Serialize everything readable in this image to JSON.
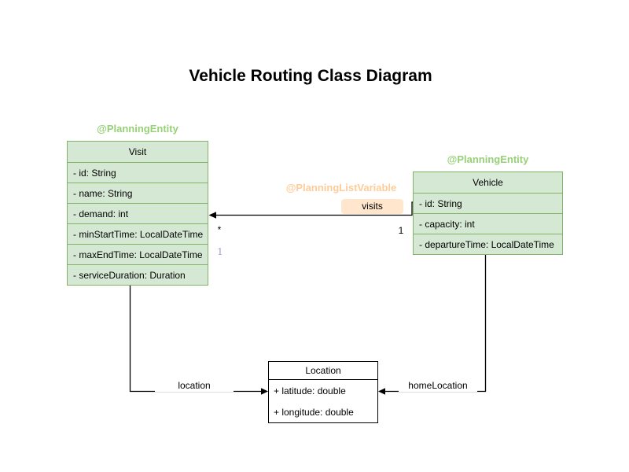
{
  "title": "Vehicle Routing Class Diagram",
  "classes": {
    "visit": {
      "annotation": "@PlanningEntity",
      "name": "Visit",
      "attributes": [
        "- id: String",
        "- name: String",
        "- demand: int",
        "- minStartTime: LocalDateTime",
        "- maxEndTime: LocalDateTime",
        "- serviceDuration: Duration"
      ]
    },
    "vehicle": {
      "annotation": "@PlanningEntity",
      "name": "Vehicle",
      "attributes": [
        "- id: String",
        "- capacity: int",
        "- departureTime: LocalDateTime"
      ]
    },
    "location": {
      "name": "Location",
      "attributes": [
        "+ latitude: double",
        "+ longitude: double"
      ]
    }
  },
  "relations": {
    "visits": {
      "annotation": "@PlanningListVariable",
      "label": "visits",
      "target_multiplicity": "*",
      "source_multiplicity": "1",
      "secondary_multiplicity": "1"
    },
    "location": {
      "label": "location"
    },
    "home_location": {
      "label": "homeLocation"
    }
  },
  "colors": {
    "class_fill": "#d5e8d4",
    "class_border": "#82b366",
    "planning_entity_text": "#97d077",
    "planning_list_variable_text": "#ffcc99",
    "visits_label_fill": "#ffe6cc",
    "secondary_multiplicity_text": "#a89bc9",
    "edge": "#000000",
    "background": "#ffffff"
  }
}
